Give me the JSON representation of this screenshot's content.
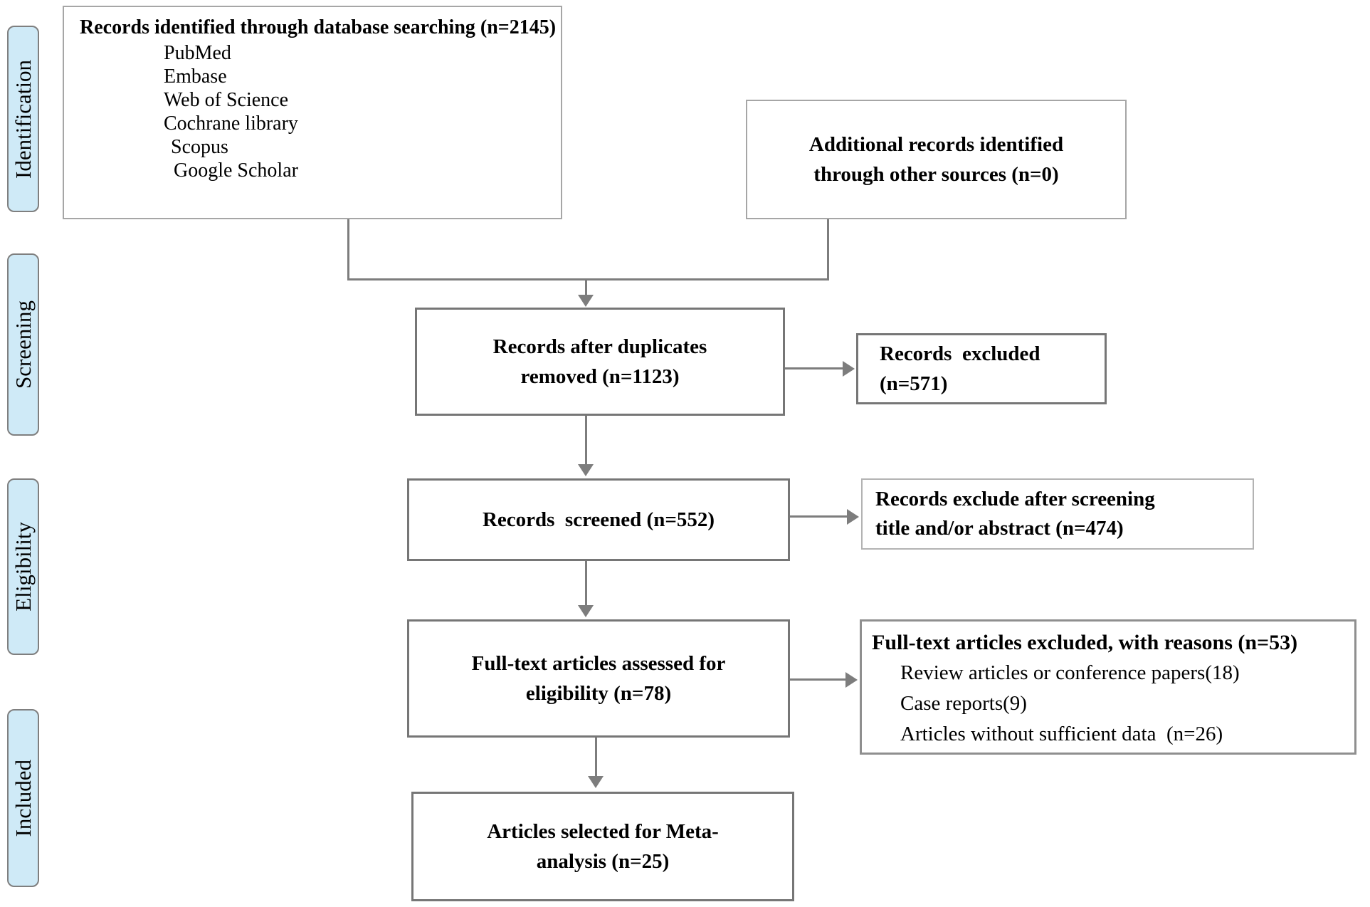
{
  "diagram_type": "PRISMA flow diagram",
  "colors": {
    "stage_fill": "#cfeaf7",
    "stage_border": "#7f7f7f",
    "box_border_dark": "#767676",
    "box_border_light": "#a6a6a6",
    "connector": "#7d7d7d",
    "text": "#000000",
    "background": "#ffffff"
  },
  "sidebar": {
    "stages": [
      {
        "label": "Identification"
      },
      {
        "label": "Screening"
      },
      {
        "label": "Eligibility"
      },
      {
        "label": "Included"
      }
    ]
  },
  "boxes": {
    "identified": {
      "title": "Records identified through database searching (n=2145)",
      "sources": [
        "PubMed",
        "Embase",
        "Web of Science",
        "Cochrane library",
        "Scopus",
        "Google Scholar"
      ]
    },
    "additional": {
      "line1": "Additional records identified",
      "line2": "through other sources (n=0)"
    },
    "duplicates_removed": {
      "line1": "Records after duplicates",
      "line2": "removed (n=1123)"
    },
    "records_excluded": {
      "line1": "Records  excluded",
      "line2": "(n=571)"
    },
    "screened": {
      "line1": "Records  screened (n=552)"
    },
    "screening_excluded": {
      "line1": "Records exclude after screening",
      "line2": "title and/or abstract (n=474)"
    },
    "fulltext_assessed": {
      "line1": "Full-text articles assessed for",
      "line2": "eligibility (n=78)"
    },
    "fulltext_excluded": {
      "title": "Full-text articles excluded, with reasons (n=53)",
      "reasons": [
        "Review articles or conference papers(18)",
        "Case reports(9)",
        "Articles without sufficient data  (n=26)"
      ]
    },
    "meta_analysis": {
      "line1": "Articles selected for Meta-",
      "line2": "analysis (n=25)"
    }
  }
}
